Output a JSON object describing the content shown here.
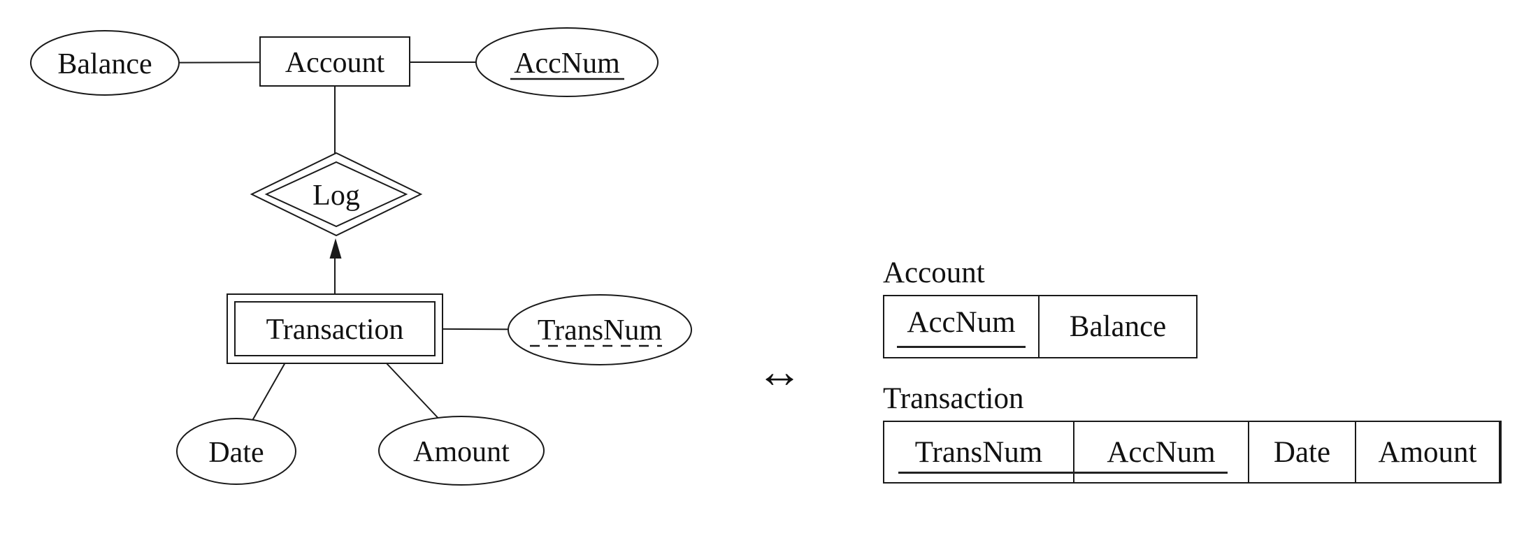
{
  "figure": {
    "background": "#ffffff",
    "ink_color": "#1a1a1a",
    "correspondence_arrow": "↔"
  },
  "er_diagram": {
    "entities": [
      {
        "id": "account",
        "label": "Account",
        "kind": "entity"
      },
      {
        "id": "transaction",
        "label": "Transaction",
        "kind": "weak-entity"
      }
    ],
    "relationships": [
      {
        "id": "log",
        "label": "Log",
        "kind": "identifying-relationship"
      }
    ],
    "attributes": [
      {
        "id": "balance",
        "label": "Balance",
        "owner": "Account",
        "key": "none"
      },
      {
        "id": "accnum",
        "label": "AccNum",
        "owner": "Account",
        "key": "primary"
      },
      {
        "id": "transnum",
        "label": "TransNum",
        "owner": "Transaction",
        "key": "discriminator"
      },
      {
        "id": "date",
        "label": "Date",
        "owner": "Transaction",
        "key": "none"
      },
      {
        "id": "amount",
        "label": "Amount",
        "owner": "Transaction",
        "key": "none"
      }
    ]
  },
  "schema": {
    "tables": [
      {
        "title": "Account",
        "columns": [
          "AccNum",
          "Balance"
        ],
        "key_columns": [
          "AccNum"
        ]
      },
      {
        "title": "Transaction",
        "columns": [
          "TransNum",
          "AccNum",
          "Date",
          "Amount"
        ],
        "key_columns": [
          "TransNum",
          "AccNum"
        ]
      }
    ]
  }
}
